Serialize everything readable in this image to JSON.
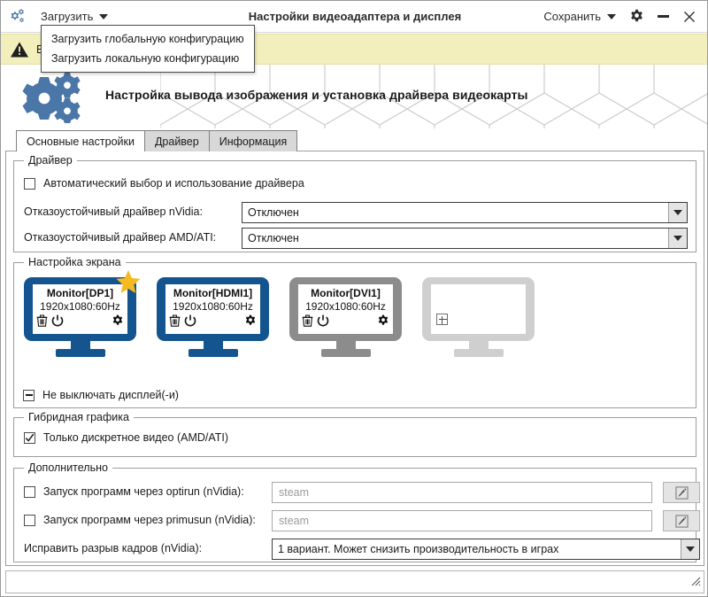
{
  "window": {
    "title": "Настройки видеоадаптера и дисплея",
    "app_icon": "gears-icon",
    "load_menu_label": "Загрузить",
    "save_menu_label": "Сохранить",
    "settings_icon": "gear-icon",
    "minimize_icon": "minimize-icon",
    "close_icon": "close-icon"
  },
  "dropdown": {
    "open": true,
    "items": [
      {
        "label": "Загрузить глобальную конфигурацию"
      },
      {
        "label": "Загрузить локальную конфигурацию"
      }
    ]
  },
  "warning": {
    "icon": "warning-triangle-icon",
    "text": "В",
    "background": "#f2efbc"
  },
  "banner": {
    "icon": "gears-icon",
    "title": "Настройка вывода изображения и установка драйвера видеокарты"
  },
  "tabs": [
    {
      "label": "Основные настройки",
      "active": true
    },
    {
      "label": "Драйвер",
      "active": false
    },
    {
      "label": "Информация",
      "active": false
    }
  ],
  "driver_group": {
    "title": "Драйвер",
    "auto_checkbox": {
      "label": "Автоматический выбор и использование драйвера",
      "state": "unchecked"
    },
    "nvidia": {
      "label": "Отказоустойчивый драйвер nVidia:",
      "value": "Отключен"
    },
    "amd": {
      "label": "Отказоустойчивый драйвер AMD/ATI:",
      "value": "Отключен"
    }
  },
  "screen_group": {
    "title": "Настройка экрана",
    "keep_on_checkbox": {
      "label": "Не выключать дисплей(-и)",
      "state": "indeterminate"
    },
    "monitors": [
      {
        "name": "Monitor[DP1]",
        "resolution": "1920x1080:60Hz",
        "color": "#15558f",
        "primary": true,
        "star_icon": "star-icon",
        "delete_icon": "trash-icon",
        "power_icon": "power-icon",
        "settings_icon": "gear-icon"
      },
      {
        "name": "Monitor[HDMI1]",
        "resolution": "1920x1080:60Hz",
        "color": "#15558f",
        "primary": false,
        "delete_icon": "trash-icon",
        "power_icon": "power-icon",
        "settings_icon": "gear-icon"
      },
      {
        "name": "Monitor[DVI1]",
        "resolution": "1920x1080:60Hz",
        "color": "#8c8c8c",
        "primary": false,
        "delete_icon": "trash-icon",
        "power_icon": "power-icon",
        "settings_icon": "gear-icon"
      }
    ],
    "add_monitor": {
      "icon": "plus-box-icon",
      "color": "#cfcfcf"
    }
  },
  "hybrid_group": {
    "title": "Гибридная графика",
    "discrete_checkbox": {
      "label": "Только дискретное видео (AMD/ATI)",
      "state": "checked"
    }
  },
  "extra_group": {
    "title": "Дополнительно",
    "optirun": {
      "label": "Запуск программ через optirun (nVidia):",
      "state": "unchecked",
      "placeholder": "steam",
      "value": "",
      "edit_icon": "pencil-icon"
    },
    "primusrun": {
      "label": "Запуск программ через primusun (nVidia):",
      "state": "unchecked",
      "placeholder": "steam",
      "value": "",
      "edit_icon": "pencil-icon"
    },
    "tearfix": {
      "label": "Исправить разрыв кадров (nVidia):",
      "value": "1 вариант. Может снизить производительность в играх"
    }
  },
  "statusbar": {
    "text": "",
    "resize_grip_icon": "resize-grip-icon"
  }
}
